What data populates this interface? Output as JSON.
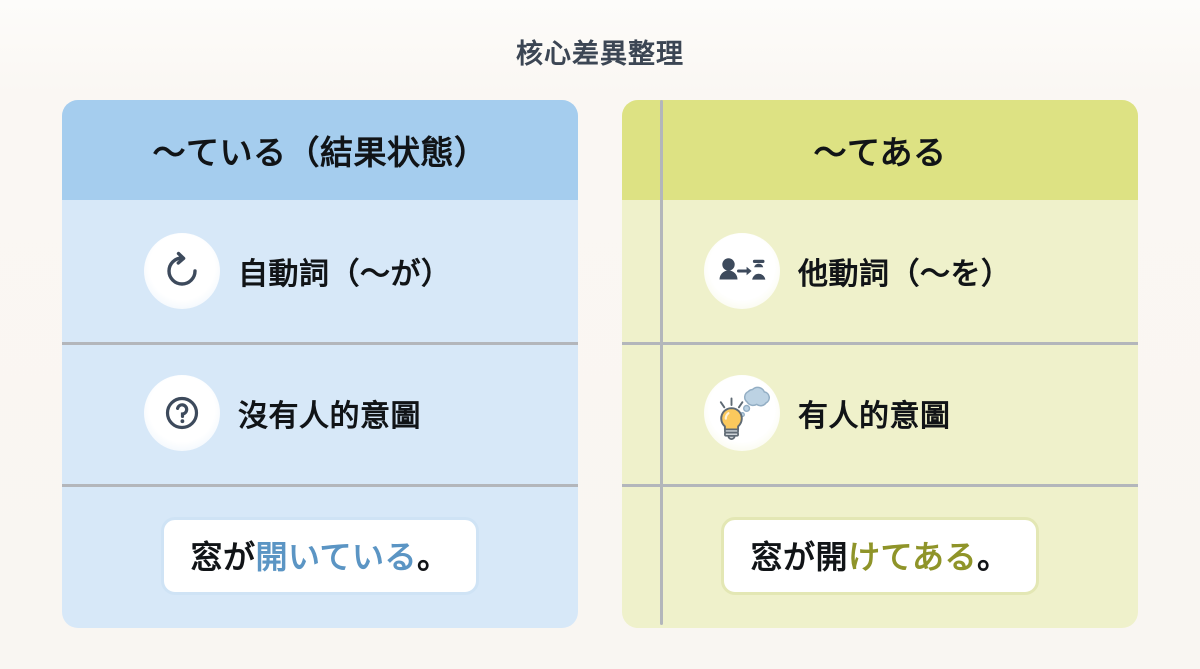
{
  "page": {
    "title": "核心差異整理",
    "background_color": "#faf7f3"
  },
  "columns": [
    {
      "key": "teiru",
      "header": "〜ている（結果状態）",
      "header_color": "#a5cdee",
      "body_color": "#d7e8f8",
      "rows": [
        {
          "icon": "rotate-arrow-icon",
          "label": "自動詞（〜が）"
        },
        {
          "icon": "question-mark-circle-icon",
          "label": "沒有人的意圖"
        }
      ],
      "example": {
        "prefix": "窓が",
        "highlight": "開いている",
        "suffix": "。",
        "highlight_color": "#5b95c4"
      }
    },
    {
      "key": "tearu",
      "header": "〜てある",
      "header_color": "#dde283",
      "body_color": "#eff1cb",
      "rows": [
        {
          "icon": "person-arrow-person-icon",
          "label": "他動詞（〜を）"
        },
        {
          "icon": "lightbulb-thought-icon",
          "label": "有人的意圖"
        }
      ],
      "example": {
        "prefix": "窓が開",
        "highlight": "けてある",
        "suffix": "。",
        "highlight_color": "#8f9429"
      }
    }
  ]
}
